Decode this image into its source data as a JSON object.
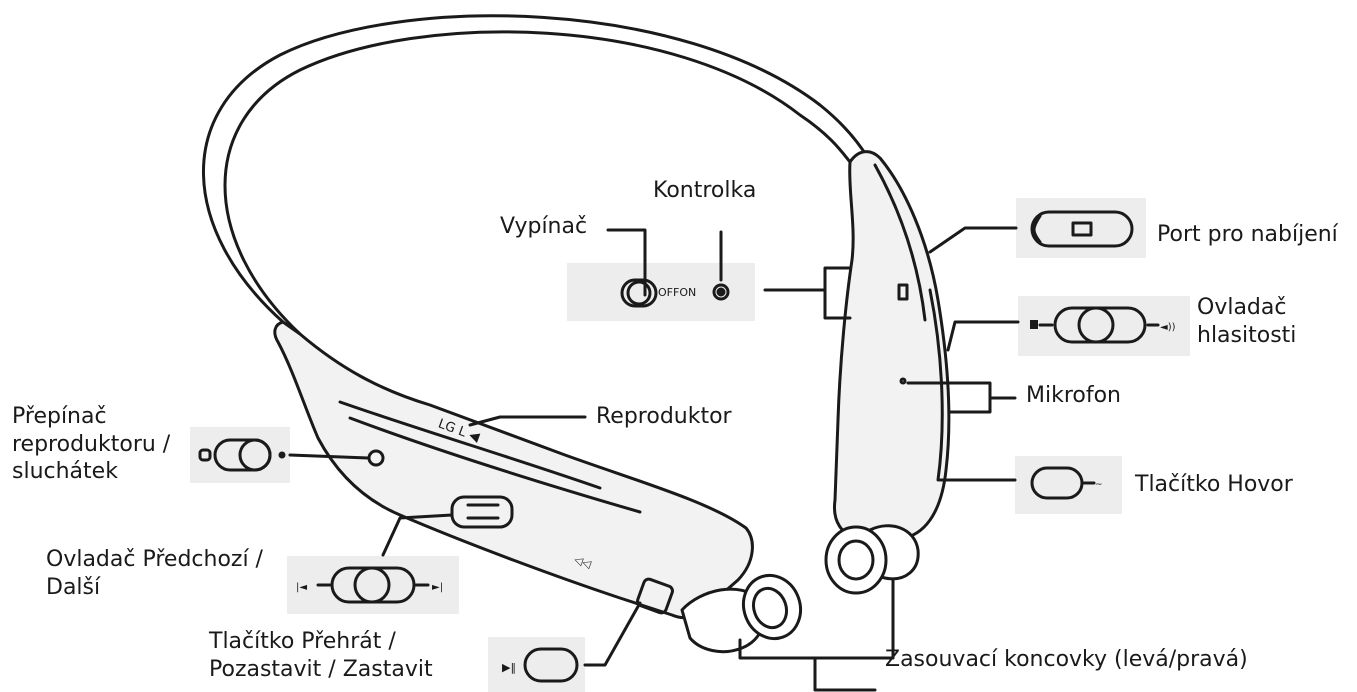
{
  "labels": {
    "vypinac": "Vypínač",
    "kontrolka": "Kontrolka",
    "port": "Port pro nabíjení",
    "ovladac_hlasitosti": [
      "Ovladač",
      "hlasitosti"
    ],
    "mikrofon": "Mikrofon",
    "reproduktor": "Reproduktor",
    "prepinac": [
      "Přepínač",
      "reproduktoru /",
      "sluchátek"
    ],
    "tlacitko_hovor": "Tlačítko Hovor",
    "ovladac_predchozi": [
      "Ovladač Předchozí /",
      "Další"
    ],
    "tlacitko_prehrat": [
      "Tlačítko Přehrát /",
      "Pozastavit / Zastavit"
    ],
    "zasouvaci": "Zasouvací koncovky (levá/pravá)"
  },
  "switch_text": "OFFON",
  "colors": {
    "line": "#1a1a1a",
    "inset_bg": "#ededed",
    "body_fill": "#f2f2f2"
  },
  "icons": [
    "power-switch-icon",
    "indicator-led-icon",
    "charging-port-icon",
    "volume-slider-icon",
    "call-button-icon",
    "speaker-toggle-icon",
    "track-slider-icon",
    "play-button-icon",
    "earbud-icon"
  ]
}
